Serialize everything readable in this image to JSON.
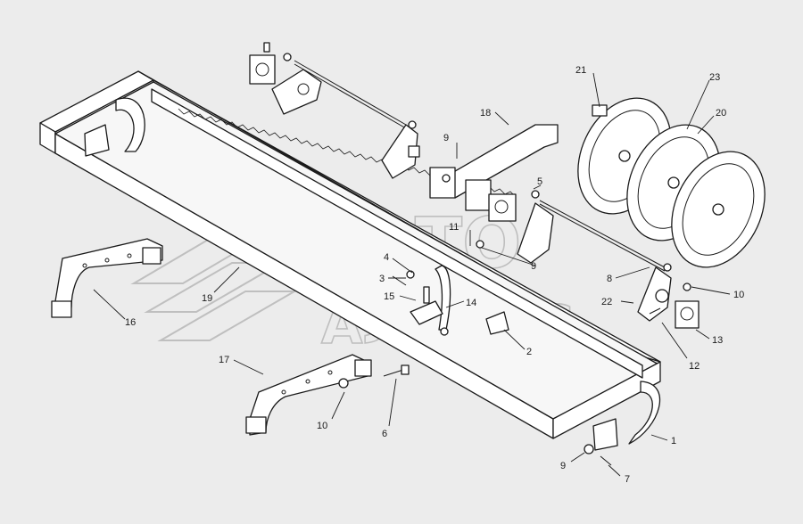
{
  "watermark": {
    "line1": "АВТО",
    "line2": "АЛЬЯНС"
  },
  "callouts": [
    {
      "id": "c1",
      "text": "1"
    },
    {
      "id": "c2",
      "text": "2"
    },
    {
      "id": "c3",
      "text": "3"
    },
    {
      "id": "c4",
      "text": "4"
    },
    {
      "id": "c5",
      "text": "5"
    },
    {
      "id": "c6",
      "text": "6"
    },
    {
      "id": "c7",
      "text": "7"
    },
    {
      "id": "c8",
      "text": "8"
    },
    {
      "id": "c9a",
      "text": "9"
    },
    {
      "id": "c9b",
      "text": "9"
    },
    {
      "id": "c9c",
      "text": "9"
    },
    {
      "id": "c10a",
      "text": "10"
    },
    {
      "id": "c10b",
      "text": "10"
    },
    {
      "id": "c11",
      "text": "11"
    },
    {
      "id": "c12",
      "text": "12"
    },
    {
      "id": "c13",
      "text": "13"
    },
    {
      "id": "c14",
      "text": "14"
    },
    {
      "id": "c15",
      "text": "15"
    },
    {
      "id": "c16",
      "text": "16"
    },
    {
      "id": "c17",
      "text": "17"
    },
    {
      "id": "c18",
      "text": "18"
    },
    {
      "id": "c19",
      "text": "19"
    },
    {
      "id": "c20",
      "text": "20"
    },
    {
      "id": "c21",
      "text": "21"
    },
    {
      "id": "c22",
      "text": "22"
    },
    {
      "id": "c23",
      "text": "23"
    }
  ]
}
